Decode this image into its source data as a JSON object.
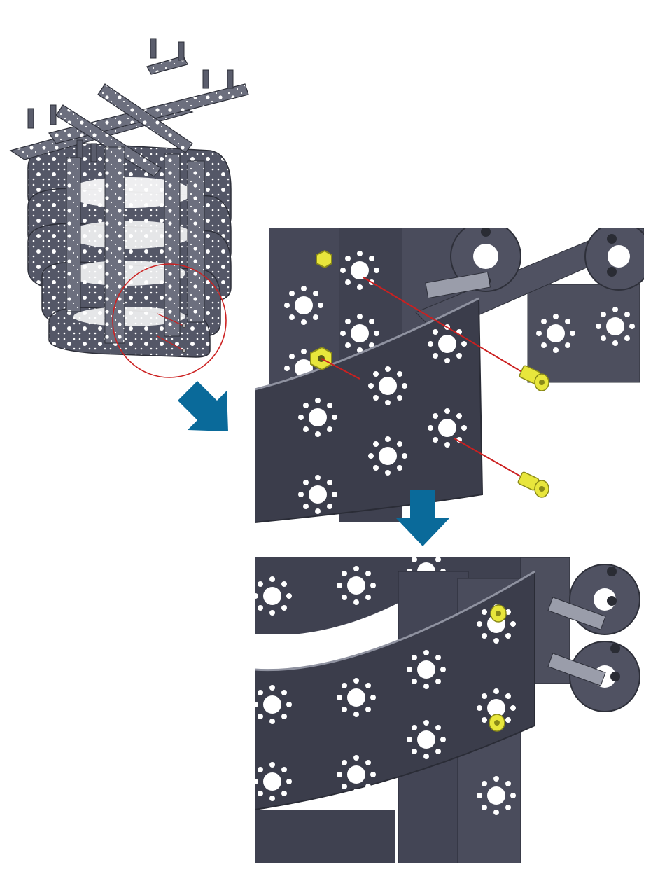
{
  "colors": {
    "metal_dark": "#3f4150",
    "metal_mid": "#545767",
    "metal_light": "#9a9daa",
    "hole": "#ffffff",
    "screw_yellow": "#e8e63c",
    "screw_outline": "#8a8a18",
    "guide_line_red": "#cc2020",
    "highlight_circle": "#cc2222",
    "arrow_blue": "#0a6a9a"
  },
  "icons": {
    "diagonal_arrow": "arrow-down-right-icon",
    "down_arrow": "arrow-down-icon"
  },
  "steps": [
    {
      "name": "overview",
      "description_shown": false
    },
    {
      "name": "before-fastening",
      "screws": 2
    },
    {
      "name": "after-fastening",
      "screws": 2
    }
  ]
}
